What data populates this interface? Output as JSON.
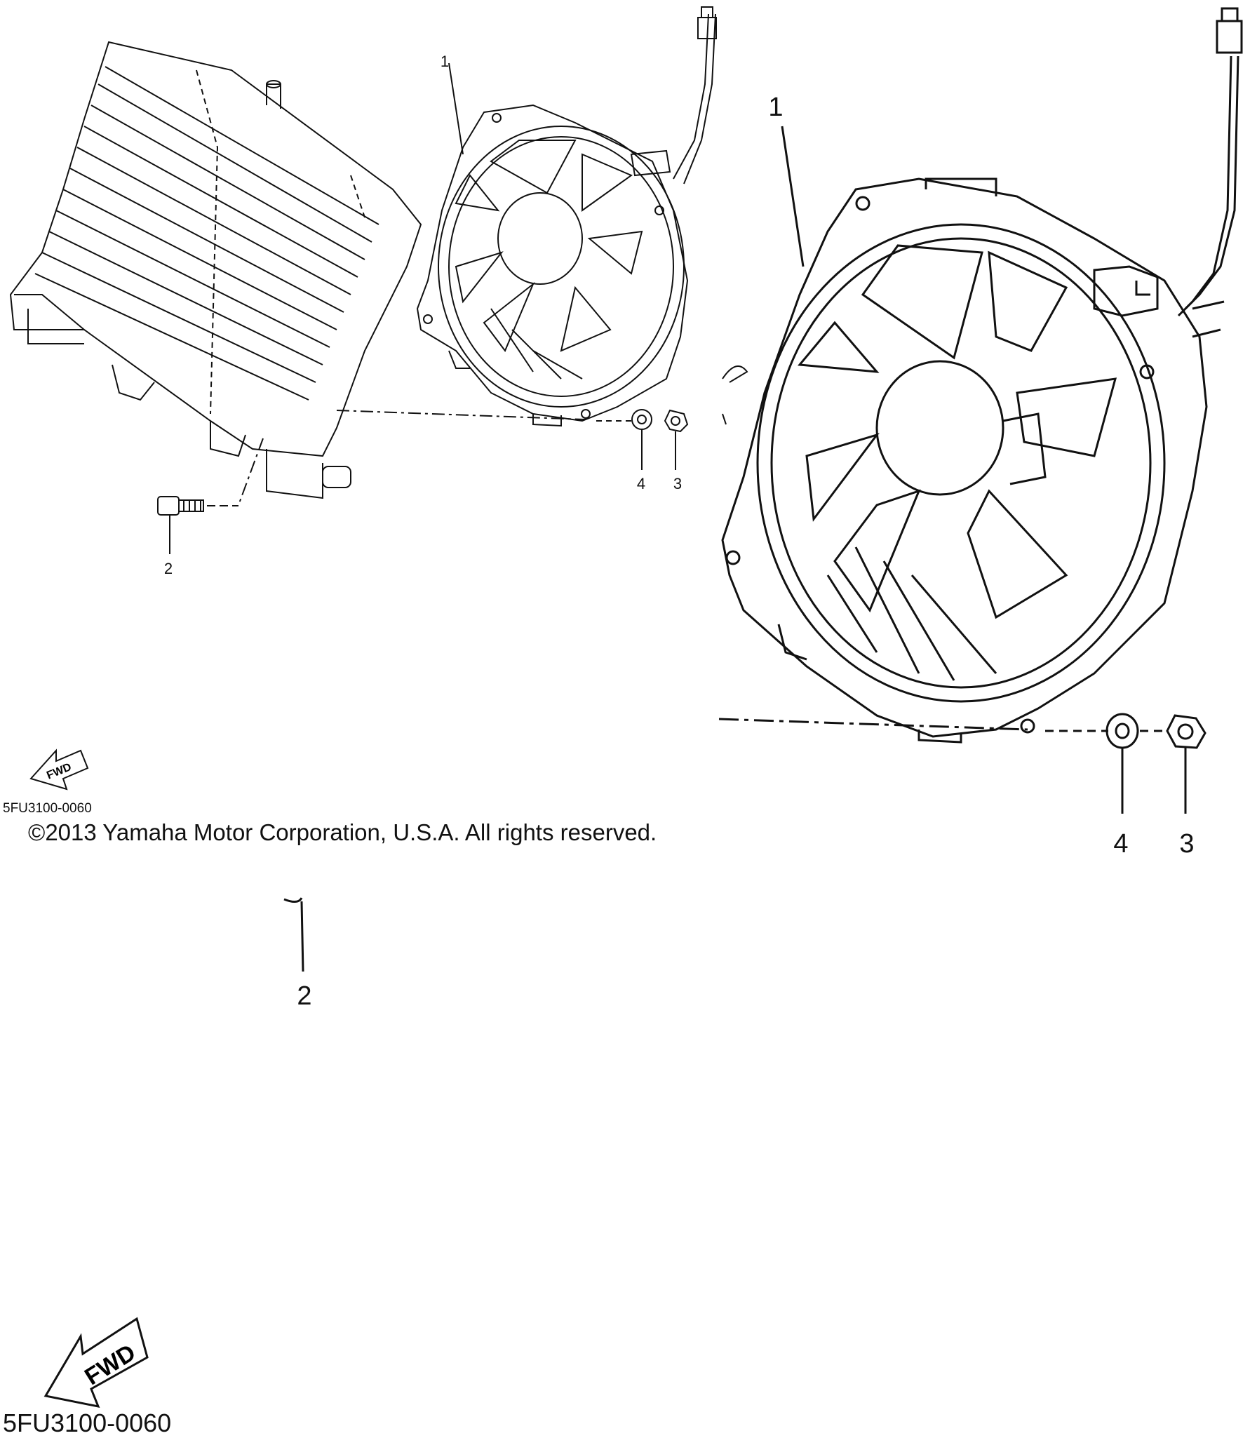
{
  "figure": {
    "part_code_small": "5FU3100-0060",
    "part_code_large": "5FU3100-0060",
    "copyright": "©2013 Yamaha Motor Corporation, U.S.A. All rights reserved.",
    "fwd_label": "FWD"
  },
  "callouts": {
    "fan_small": "1",
    "bolt_small": "2",
    "nut_small": "3",
    "washer_small": "4",
    "fan_large": "1",
    "bolt_large": "2",
    "nut_large": "3",
    "washer_large": "4"
  }
}
